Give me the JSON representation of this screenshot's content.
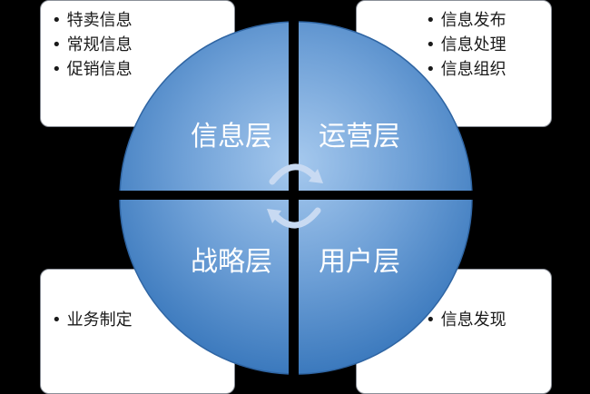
{
  "quadrants": {
    "top_left": "信息层",
    "top_right": "运营层",
    "bottom_left": "战略层",
    "bottom_right": "用户层"
  },
  "boxes": {
    "top_left": [
      "特卖信息",
      "常规信息",
      "促销信息"
    ],
    "top_right": [
      "信息发布",
      "信息处理",
      "信息组织"
    ],
    "bottom_left": [
      "业务制定"
    ],
    "bottom_right": [
      "信息发现"
    ]
  },
  "colors": {
    "background": "#000000",
    "circle_light": "#8db8e6",
    "circle_dark": "#3b79bd",
    "divider": "#000000",
    "cycle_arrows": "#c8daf2"
  },
  "icons": [
    "cycle-arrows-icon"
  ]
}
